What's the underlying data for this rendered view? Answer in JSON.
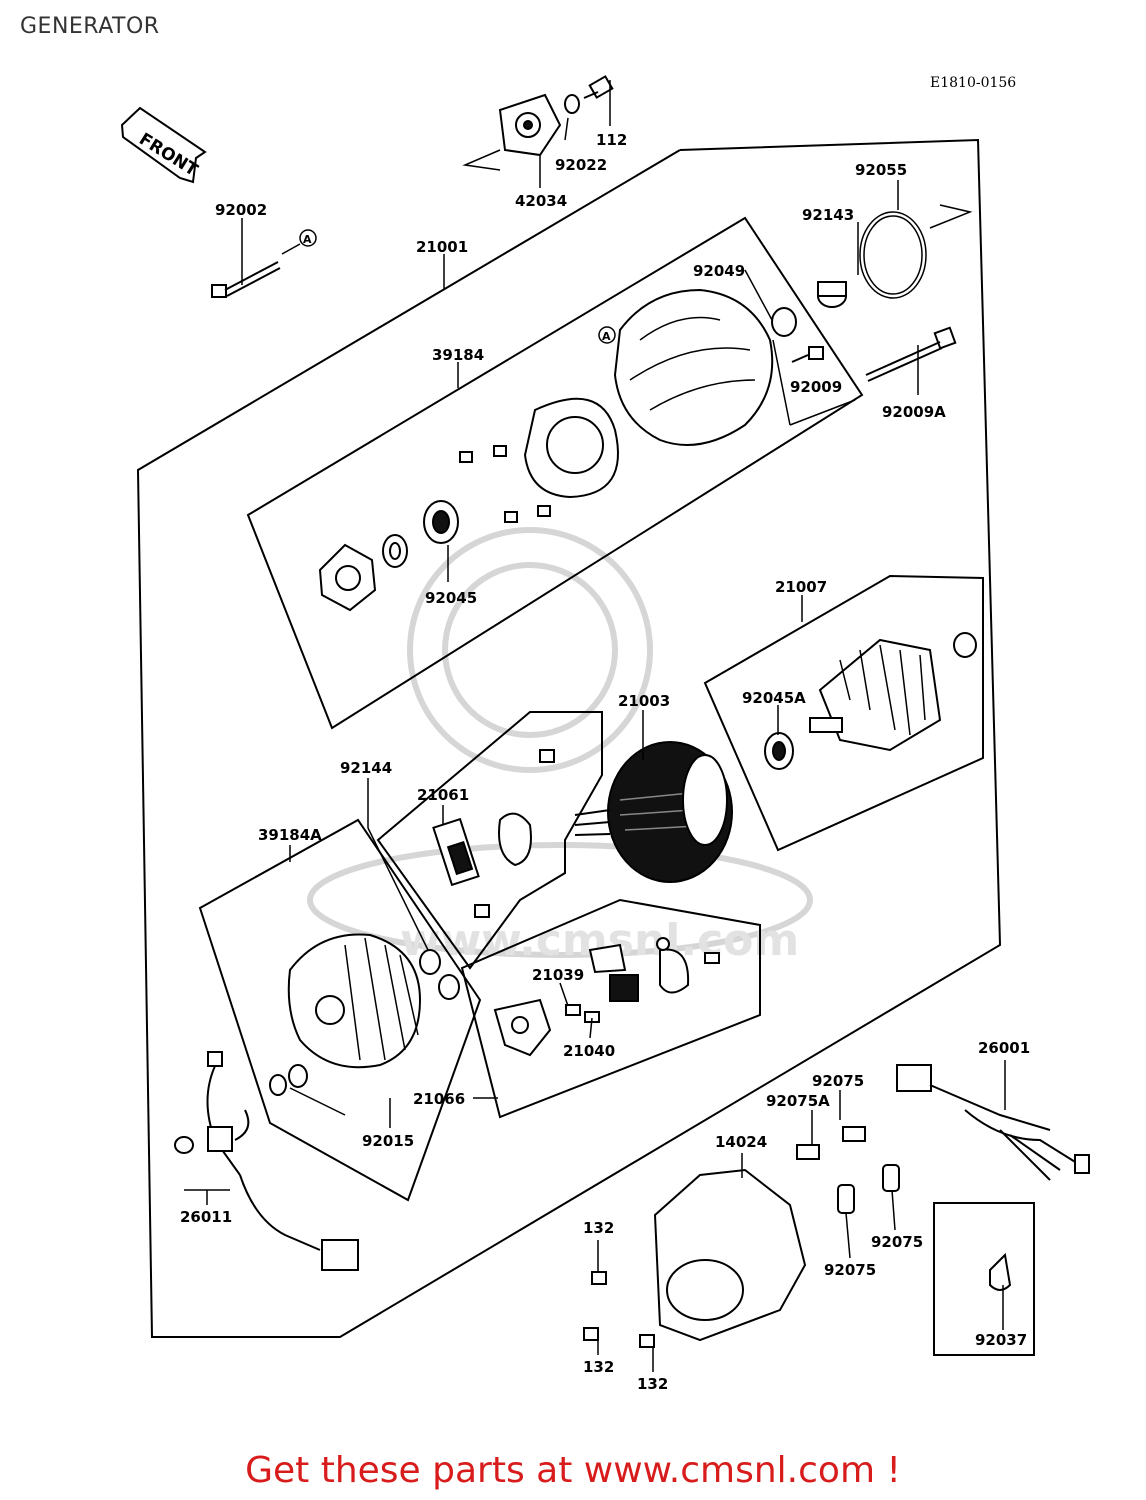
{
  "title": "GENERATOR",
  "diagram_code": "E1810-0156",
  "front_label": "FRONT",
  "ref_marker": "A",
  "footer": "Get these parts at www.cmsnl.com !",
  "watermark": "www.cmsnl.com",
  "parts": {
    "p112": "112",
    "p92022": "92022",
    "p42034": "42034",
    "p92002": "92002",
    "p21001": "21001",
    "p92055": "92055",
    "p92143": "92143",
    "p92049": "92049",
    "p39184": "39184",
    "p92009": "92009",
    "p92009A": "92009A",
    "p92045": "92045",
    "p21007": "21007",
    "p92045A": "92045A",
    "p21003": "21003",
    "p92144": "92144",
    "p21061": "21061",
    "p39184A": "39184A",
    "p21039": "21039",
    "p21040": "21040",
    "p21066": "21066",
    "p92015": "92015",
    "p26011": "26011",
    "p26001": "26001",
    "p92075_a": "92075",
    "p92075A": "92075A",
    "p14024": "14024",
    "p92075_b": "92075",
    "p92075_c": "92075",
    "p132_a": "132",
    "p132_b": "132",
    "p132_c": "132",
    "p92037": "92037"
  }
}
